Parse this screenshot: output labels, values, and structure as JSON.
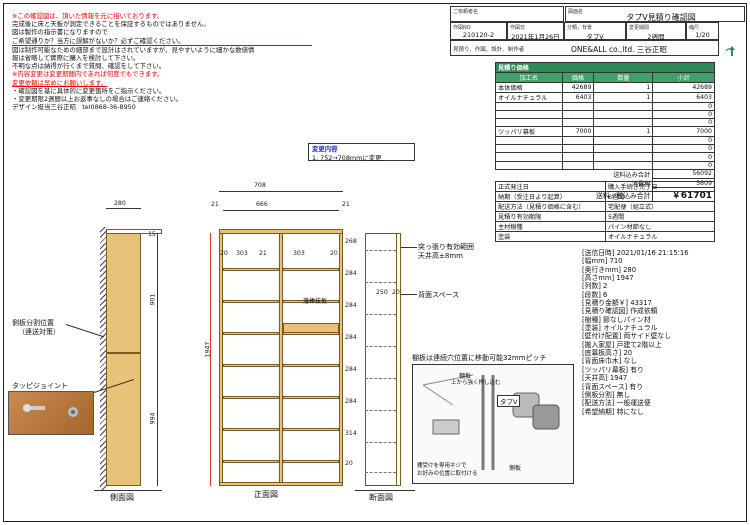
{
  "notes": {
    "lines": [
      {
        "text": "※この確認図は、頂いた情報を元に描いております。",
        "color": "red-lead"
      },
      {
        "text": "完成後に床と天板が測定できることを保証するものではありません。",
        "color": "black"
      },
      {
        "text": "図は製作の指示書になりますので",
        "color": "black"
      },
      {
        "text": "ご希望通りか？当方に誤解がないか？必ずご確認ください。",
        "color": "red-under"
      },
      {
        "text": "図は制作可能なための細部まで設計はされていますが、見やすいように細かな数値情",
        "color": "black"
      },
      {
        "text": "報は省略して實際に購入を検討して下さい。",
        "color": "black"
      },
      {
        "text": "不明な点は納得が行くまで質問、確認をして下さい。",
        "color": "black"
      },
      {
        "text": "※内容変更は変更期間内であれば何度でもできます。",
        "color": "red"
      },
      {
        "text": "変更依頼は早めにお願いします。",
        "color": "red"
      },
      {
        "text": "・確認図を基に具体的に変更箇所をご指示ください。",
        "color": "black"
      },
      {
        "text": "・変更期限2週間以上お返事なしの場合はご連絡ください。",
        "color": "black"
      },
      {
        "text": "デザイン担当三谷正昭　tel0868-36-8950",
        "color": "black"
      }
    ]
  },
  "header": {
    "customer_label": "ご依頼者名",
    "customer_value": "",
    "drawing_label": "図面名",
    "drawing_value": "タプV見積り確認図",
    "order_no_label": "作図NO",
    "order_no_value": "210120-2",
    "date_label": "作図日",
    "date_value": "2021年1月26日",
    "category_label": "分類，背景",
    "category_value": "タプV",
    "period_label": "変更期間",
    "period_value": "2週間",
    "scale_label": "縮尺",
    "scale_value": "1/20",
    "maker_label": "見積り、作図、設計、制作者",
    "maker_value": "ONE&ALL co.,ltd. 三谷正昭"
  },
  "estimate": {
    "title": "見積り価格",
    "col_headers": [
      "加工名",
      "価格",
      "数量",
      "小計"
    ],
    "rows": [
      [
        "本体価格",
        "42689",
        "1",
        "42689"
      ],
      [
        "オイルナチュラル",
        "6403",
        "1",
        "6403"
      ],
      [
        "",
        "",
        "",
        "0"
      ],
      [
        "",
        "",
        "",
        "0"
      ],
      [
        "",
        "",
        "",
        "0"
      ],
      [
        "ツッパリ幕板",
        "7000",
        "1",
        "7000"
      ],
      [
        "",
        "",
        "",
        "0"
      ],
      [
        "",
        "",
        "",
        "0"
      ],
      [
        "",
        "",
        "",
        "0"
      ],
      [
        "",
        "",
        "",
        "0"
      ]
    ],
    "subtotal_label": "送料込み合計",
    "subtotal_value": "56092",
    "tax_label": "消費税",
    "tax_value": "5609",
    "total_label": "送料・税込み合計",
    "total_value": "￥61701"
  },
  "spec_rows": [
    [
      "正式発注日",
      "購入手続き完了日"
    ],
    [
      "納期（受注日より起算）",
      "6週間"
    ],
    [
      "配送方法（見積り価格に含む）",
      "宅配便（組立式）"
    ],
    [
      "見積り有効期限",
      "5週間"
    ],
    [
      "主材樹種",
      "パイン材節なし"
    ],
    [
      "塗装",
      "オイルナチュラル"
    ]
  ],
  "change": {
    "title": "変更内容",
    "text": "1.  752→708mmに変更"
  },
  "info_lines": [
    "[送信日時] 2021/01/16 21:15:16",
    "[幅mm] 710",
    "[奥行きmm] 280",
    "[高さmm] 1947",
    "[列数] 2",
    "[段数] 6",
    "[見積り金額￥] 43317",
    "[見積り確認図] 作成依頼",
    "[樹種] 節なしパイン材",
    "[塗装] オイルナチュラル",
    "[壁付け配置] 両サイド壁なし",
    "[搬入家屋] 戸建て2階以上",
    "[底幕板高さ] 20",
    "[背面床巾木] なし",
    "[ツッパリ幕板] 有り",
    "[天井高] 1947",
    "[背面スペース] 有り",
    "[側板分割] 無し",
    "[配送方法] 一般運送便",
    "[希望納期] 特になし"
  ],
  "drawing": {
    "side_width": "280",
    "side_top": "15",
    "side_h1": "901",
    "side_h2": "994",
    "side_label": "側面図",
    "front_total": "708",
    "front_inner": "666",
    "front_side": "21",
    "front_col1": "303",
    "front_col2": "303",
    "front_mid": "21",
    "front_h": "1947",
    "front_label": "正面図",
    "section_label": "断面図",
    "section_depth": "250",
    "section_back": "20",
    "section_dims": [
      "268",
      "284",
      "284",
      "284",
      "284",
      "284",
      "314",
      "20"
    ],
    "front_edge": "20",
    "front_edge2": "20",
    "bottom_val": "20"
  },
  "callouts": {
    "split": "側板分割位置",
    "split_sub": "（連送対策）",
    "tappy": "タッピジョイント",
    "tension": "突っ張り有効範囲",
    "tension_sub": "天井高±8mm",
    "back_space": "背面スペース",
    "fall_guard": "落棒抜板",
    "shelf_note": "棚板は連続穴位置に移動可能32mmピッチ",
    "shelf_label": "棚板",
    "shelf_sub": "上から強く押し込む",
    "tabv": "タプV",
    "screw_note": "棚受けを専用ネジで",
    "screw_note2": "お好みの位置に取付ける",
    "side_board": "側板"
  }
}
